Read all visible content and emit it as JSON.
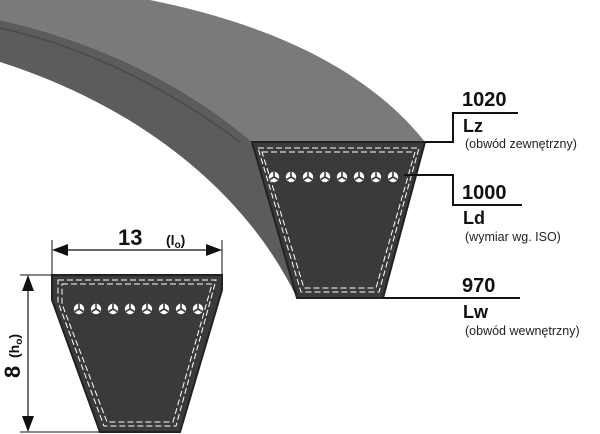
{
  "labels": {
    "outer": {
      "value": "1020",
      "symbol": "Lz",
      "description": "(obwód zewnętrzny)"
    },
    "datum": {
      "value": "1000",
      "symbol": "Ld",
      "description": "(wymiar wg. ISO)"
    },
    "inner": {
      "value": "970",
      "symbol": "Lw",
      "description": "(obwód wewnętrzny)"
    }
  },
  "dimensions": {
    "width": {
      "value": "13",
      "symbol": "(l",
      "subscript": "o",
      "close": ")"
    },
    "height": {
      "value": "8",
      "symbol": "(h",
      "subscript": "o",
      "close": ")"
    }
  },
  "colors": {
    "belt_top": "#7a7a7a",
    "belt_side": "#5c5c5c",
    "section": "#3a3a3a"
  }
}
